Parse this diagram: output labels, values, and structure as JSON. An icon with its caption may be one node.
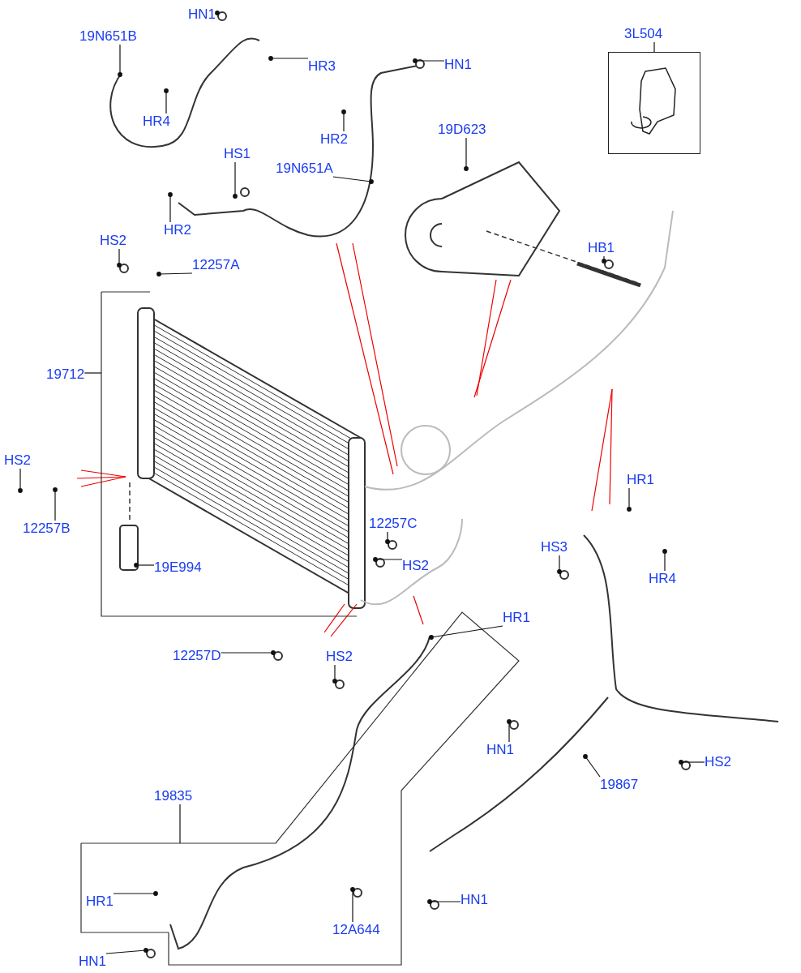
{
  "diagram": {
    "nodes": [
      {
        "text": [
          "HN1"
        ]
      },
      {
        "text": [
          "19N651B"
        ]
      },
      {
        "text": [
          "HR3"
        ]
      },
      {
        "text": [
          "HN1"
        ]
      },
      {
        "text": [
          "HR4"
        ]
      },
      {
        "text": [
          "HR2"
        ]
      },
      {
        "text": [
          "3L504"
        ]
      },
      {
        "text": [
          "19D623"
        ]
      },
      {
        "text": [
          "HS1"
        ]
      },
      {
        "text": [
          "19N651A"
        ]
      },
      {
        "text": [
          "HR2"
        ]
      },
      {
        "text": [
          "HB1"
        ]
      },
      {
        "text": [
          "HS2"
        ]
      },
      {
        "text": [
          "12257A"
        ]
      },
      {
        "text": [
          "19712"
        ]
      },
      {
        "text": [
          "HS2"
        ]
      },
      {
        "text": [
          "12257B"
        ]
      },
      {
        "text": [
          "12257C"
        ]
      },
      {
        "text": [
          "HR1"
        ]
      },
      {
        "text": [
          "HS3"
        ]
      },
      {
        "text": [
          "HS2"
        ]
      },
      {
        "text": [
          "HR4"
        ]
      },
      {
        "text": [
          "19E994"
        ]
      },
      {
        "text": [
          "HR1"
        ]
      },
      {
        "text": [
          "12257D"
        ]
      },
      {
        "text": [
          "HS2"
        ]
      },
      {
        "text": [
          "HN1"
        ]
      },
      {
        "text": [
          "HS2"
        ]
      },
      {
        "text": [
          "19835"
        ]
      },
      {
        "text": [
          "19867"
        ]
      },
      {
        "text": [
          "HR1"
        ]
      },
      {
        "text": [
          "HN1"
        ]
      },
      {
        "text": [
          "12A644"
        ]
      },
      {
        "text": [
          "HN1"
        ]
      },
      {
        "text": [],
        "shape": "box"
      }
    ],
    "edges": [
      {
        "from": 0,
        "to": null,
        "arrow": "other"
      },
      {
        "from": 1,
        "to": null,
        "arrow": "other"
      },
      {
        "from": 2,
        "to": null,
        "arrow": "other"
      },
      {
        "from": 3,
        "to": null,
        "arrow": "other"
      },
      {
        "from": 4,
        "to": null,
        "arrow": "other"
      },
      {
        "from": 5,
        "to": null,
        "arrow": "other"
      },
      {
        "from": 6,
        "to": 34,
        "arrow": "none"
      },
      {
        "from": 7,
        "to": null,
        "arrow": "other"
      },
      {
        "from": 8,
        "to": null,
        "arrow": "other"
      },
      {
        "from": 9,
        "to": null,
        "arrow": "other"
      },
      {
        "from": 10,
        "to": null,
        "arrow": "other"
      },
      {
        "from": 11,
        "to": null,
        "arrow": "other"
      },
      {
        "from": 12,
        "to": null,
        "arrow": "other"
      },
      {
        "from": 13,
        "to": null,
        "arrow": "other"
      },
      {
        "from": 14,
        "to": null,
        "arrow": "none"
      },
      {
        "from": 15,
        "to": null,
        "arrow": "other"
      },
      {
        "from": 16,
        "to": null,
        "arrow": "other"
      },
      {
        "from": 17,
        "to": null,
        "arrow": "other"
      },
      {
        "from": 18,
        "to": null,
        "arrow": "other"
      },
      {
        "from": 19,
        "to": null,
        "arrow": "other"
      },
      {
        "from": 20,
        "to": null,
        "arrow": "other"
      },
      {
        "from": 21,
        "to": null,
        "arrow": "other"
      },
      {
        "from": 22,
        "to": null,
        "arrow": "other"
      },
      {
        "from": 23,
        "to": null,
        "arrow": "other"
      },
      {
        "from": 24,
        "to": null,
        "arrow": "other"
      },
      {
        "from": 25,
        "to": null,
        "arrow": "other"
      },
      {
        "from": 26,
        "to": null,
        "arrow": "other"
      },
      {
        "from": 27,
        "to": null,
        "arrow": "other"
      },
      {
        "from": 28,
        "to": null,
        "arrow": "none"
      },
      {
        "from": 29,
        "to": null,
        "arrow": "other"
      },
      {
        "from": 30,
        "to": null,
        "arrow": "other"
      },
      {
        "from": 31,
        "to": null,
        "arrow": "other"
      },
      {
        "from": 32,
        "to": null,
        "arrow": "other"
      },
      {
        "from": 33,
        "to": null,
        "arrow": "other"
      }
    ]
  }
}
